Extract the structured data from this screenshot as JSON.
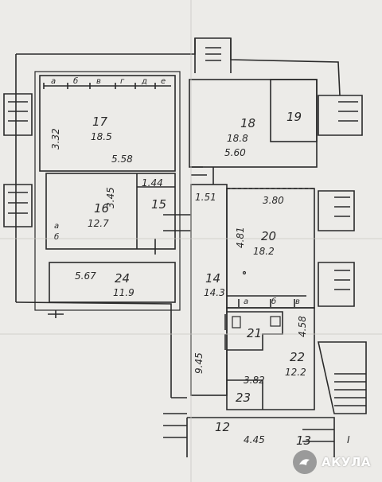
{
  "rooms": [
    {
      "id": "17",
      "number": "17",
      "area": "18.5"
    },
    {
      "id": "18",
      "number": "18",
      "area": "18.8"
    },
    {
      "id": "19",
      "number": "19"
    },
    {
      "id": "16",
      "number": "16",
      "area": "12.7"
    },
    {
      "id": "15",
      "number": "15"
    },
    {
      "id": "20",
      "number": "20",
      "area": "18.2"
    },
    {
      "id": "24",
      "number": "24",
      "area": "11.9"
    },
    {
      "id": "14",
      "number": "14",
      "area": "14.3"
    },
    {
      "id": "21",
      "number": "21"
    },
    {
      "id": "22",
      "number": "22",
      "area": "12.2"
    },
    {
      "id": "23",
      "number": "23"
    },
    {
      "id": "12",
      "number": "12"
    },
    {
      "id": "13",
      "number": "13"
    }
  ],
  "dimensions": {
    "d_3_32": "3.32",
    "d_5_58": "5.58",
    "d_3_45": "3.45",
    "d_1_44": "1.44",
    "d_5_60": "5.60",
    "d_1_51": "1.51",
    "d_3_80": "3.80",
    "d_4_81": "4.81",
    "d_5_67": "5.67",
    "d_9_45": "9.45",
    "d_4_58": "4.58",
    "d_3_82": "3.82",
    "d_4_45": "4.45"
  },
  "markers": {
    "top_letters": [
      "a",
      "б",
      "в",
      "г",
      "д",
      "е"
    ],
    "side_letters": [
      "а",
      "б"
    ],
    "bottom_letters": [
      "а",
      "б",
      "в"
    ],
    "tick_roman": "I"
  },
  "watermark": {
    "text": "АКУЛА",
    "icon": "shark-logo-icon"
  },
  "colors": {
    "paper": "#ecebe8",
    "ink": "#2a2a2a"
  }
}
